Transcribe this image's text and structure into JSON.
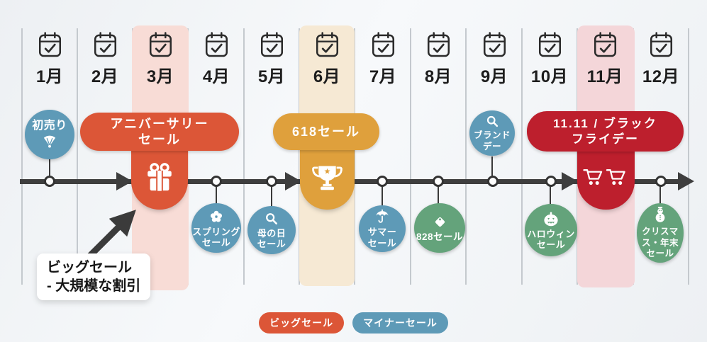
{
  "months": [
    {
      "label": "1月"
    },
    {
      "label": "2月"
    },
    {
      "label": "3月",
      "highlight": "pink"
    },
    {
      "label": "4月"
    },
    {
      "label": "5月"
    },
    {
      "label": "6月",
      "highlight": "cream"
    },
    {
      "label": "7月"
    },
    {
      "label": "8月"
    },
    {
      "label": "9月"
    },
    {
      "label": "10月"
    },
    {
      "label": "11月",
      "highlight": "pink"
    },
    {
      "label": "12月"
    }
  ],
  "big_sales": {
    "anniversary": {
      "label": "アニバーサリー\nセール",
      "month": "3月",
      "icon": "gift-icon",
      "color": "#dc5637"
    },
    "sale618": {
      "label": "618セール",
      "month": "6月",
      "icon": "trophy-icon",
      "color": "#dfa03c"
    },
    "blackfriday": {
      "label": "11.11 / ブラック\nフライデー",
      "month": "11月",
      "icon": "cart-icon",
      "color": "#bd1f2d"
    }
  },
  "minor_sales": {
    "hatsuuri": {
      "label": "初売り",
      "month": "1月",
      "icon": "fan-icon",
      "color": "#5e9ab7"
    },
    "spring": {
      "label": "スプリング\nセール",
      "month": "4月",
      "icon": "flower-icon",
      "color": "#5e9ab7"
    },
    "mothersday": {
      "label": "母の日\nセール",
      "month": "5月",
      "icon": "magnifier-icon",
      "color": "#5e9ab7"
    },
    "summer": {
      "label": "サマー\nセール",
      "month": "7月",
      "icon": "umbrella-icon",
      "color": "#5e9ab7"
    },
    "sale828": {
      "label": "828セール",
      "month": "8月",
      "icon": "tag-icon",
      "color": "#64a37b"
    },
    "brandday": {
      "label": "ブランド\nデー",
      "month": "9月",
      "icon": "magnifier-icon",
      "color": "#5e9ab7"
    },
    "halloween": {
      "label": "ハロウィン\nセール",
      "month": "10月",
      "icon": "pumpkin-icon",
      "color": "#64a37b"
    },
    "christmas": {
      "label": "クリスマ\nス・年末\nセール",
      "month": "12月",
      "icon": "snowman-icon",
      "color": "#64a37b"
    }
  },
  "annotation": {
    "label": "ビッグセール\n- 大規模な割引"
  },
  "legend": {
    "big": {
      "label": "ビッグセール",
      "color": "#dc5637"
    },
    "minor": {
      "label": "マイナーセール",
      "color": "#5e9ab7"
    }
  },
  "colors": {
    "big_sale": "#dc5637",
    "sale_618": "#dfa03c",
    "black_friday": "#bd1f2d",
    "minor_blue": "#5e9ab7",
    "minor_green": "#64a37b",
    "highlight_pink": "#f8dcd6",
    "highlight_pink_nov": "#f4d6d9",
    "highlight_cream": "#f6e9d4",
    "timeline": "#3e3e3e",
    "background": "#f2f4f6"
  }
}
